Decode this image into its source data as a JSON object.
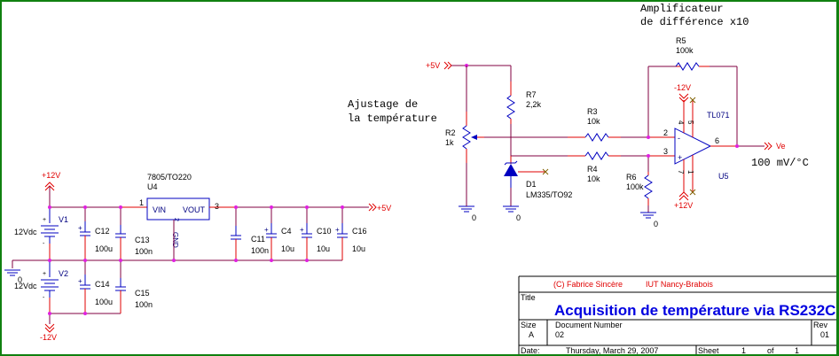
{
  "annotations": {
    "adjust_line1": "Ajustage de",
    "adjust_line2": "la température",
    "amp_line1": "Amplificateur",
    "amp_line2": "de différence x10",
    "scale": "100 mV/°C"
  },
  "nets": {
    "p12": "+12V",
    "m12": "-12V",
    "p5": "+5V",
    "gnd": "0",
    "ve": "Ve"
  },
  "components": {
    "V1": {
      "ref": "V1",
      "value": "12Vdc"
    },
    "V2": {
      "ref": "V2",
      "value": "12Vdc"
    },
    "C12": {
      "ref": "C12",
      "value": "100u"
    },
    "C13": {
      "ref": "C13",
      "value": "100n"
    },
    "C14": {
      "ref": "C14",
      "value": "100u"
    },
    "C15": {
      "ref": "C15",
      "value": "100n"
    },
    "U4": {
      "ref": "U4",
      "value": "7805/TO220",
      "pin_vin": "VIN",
      "pin_vout": "VOUT",
      "pin_gnd": "GND",
      "pin1": "1",
      "pin2": "2",
      "pin3": "3"
    },
    "C11": {
      "ref": "C11",
      "value": "100n"
    },
    "C4": {
      "ref": "C4",
      "value": "10u"
    },
    "C10": {
      "ref": "C10",
      "value": "10u"
    },
    "C16": {
      "ref": "C16",
      "value": "10u"
    },
    "R2": {
      "ref": "R2",
      "value": "1k"
    },
    "R7": {
      "ref": "R7",
      "value": "2,2k"
    },
    "D1": {
      "ref": "D1",
      "value": "LM335/TO92"
    },
    "R3": {
      "ref": "R3",
      "value": "10k"
    },
    "R4": {
      "ref": "R4",
      "value": "10k"
    },
    "R5": {
      "ref": "R5",
      "value": "100k"
    },
    "R6": {
      "ref": "R6",
      "value": "100k"
    },
    "U5": {
      "ref": "U5",
      "value": "TL071",
      "pin2": "2",
      "pin3": "3",
      "pin4": "4",
      "pin5": "5",
      "pin6": "6",
      "pin7": "7",
      "pin1": "1",
      "minus": "-",
      "plus": "+"
    }
  },
  "title_block": {
    "author": "(C) Fabrice Sincère",
    "org": "IUT Nancy-Brabois",
    "title_label": "Title",
    "title": "Acquisition de température via RS232C",
    "size_label": "Size",
    "size": "A",
    "docnum_label": "Document Number",
    "docnum": "02",
    "rev_label": "Rev",
    "rev": "01",
    "date_label": "Date:",
    "date": "Thursday, March 29, 2007",
    "sheet_label": "Sheet",
    "sheet": "1",
    "of_label": "of",
    "sheets": "1"
  }
}
